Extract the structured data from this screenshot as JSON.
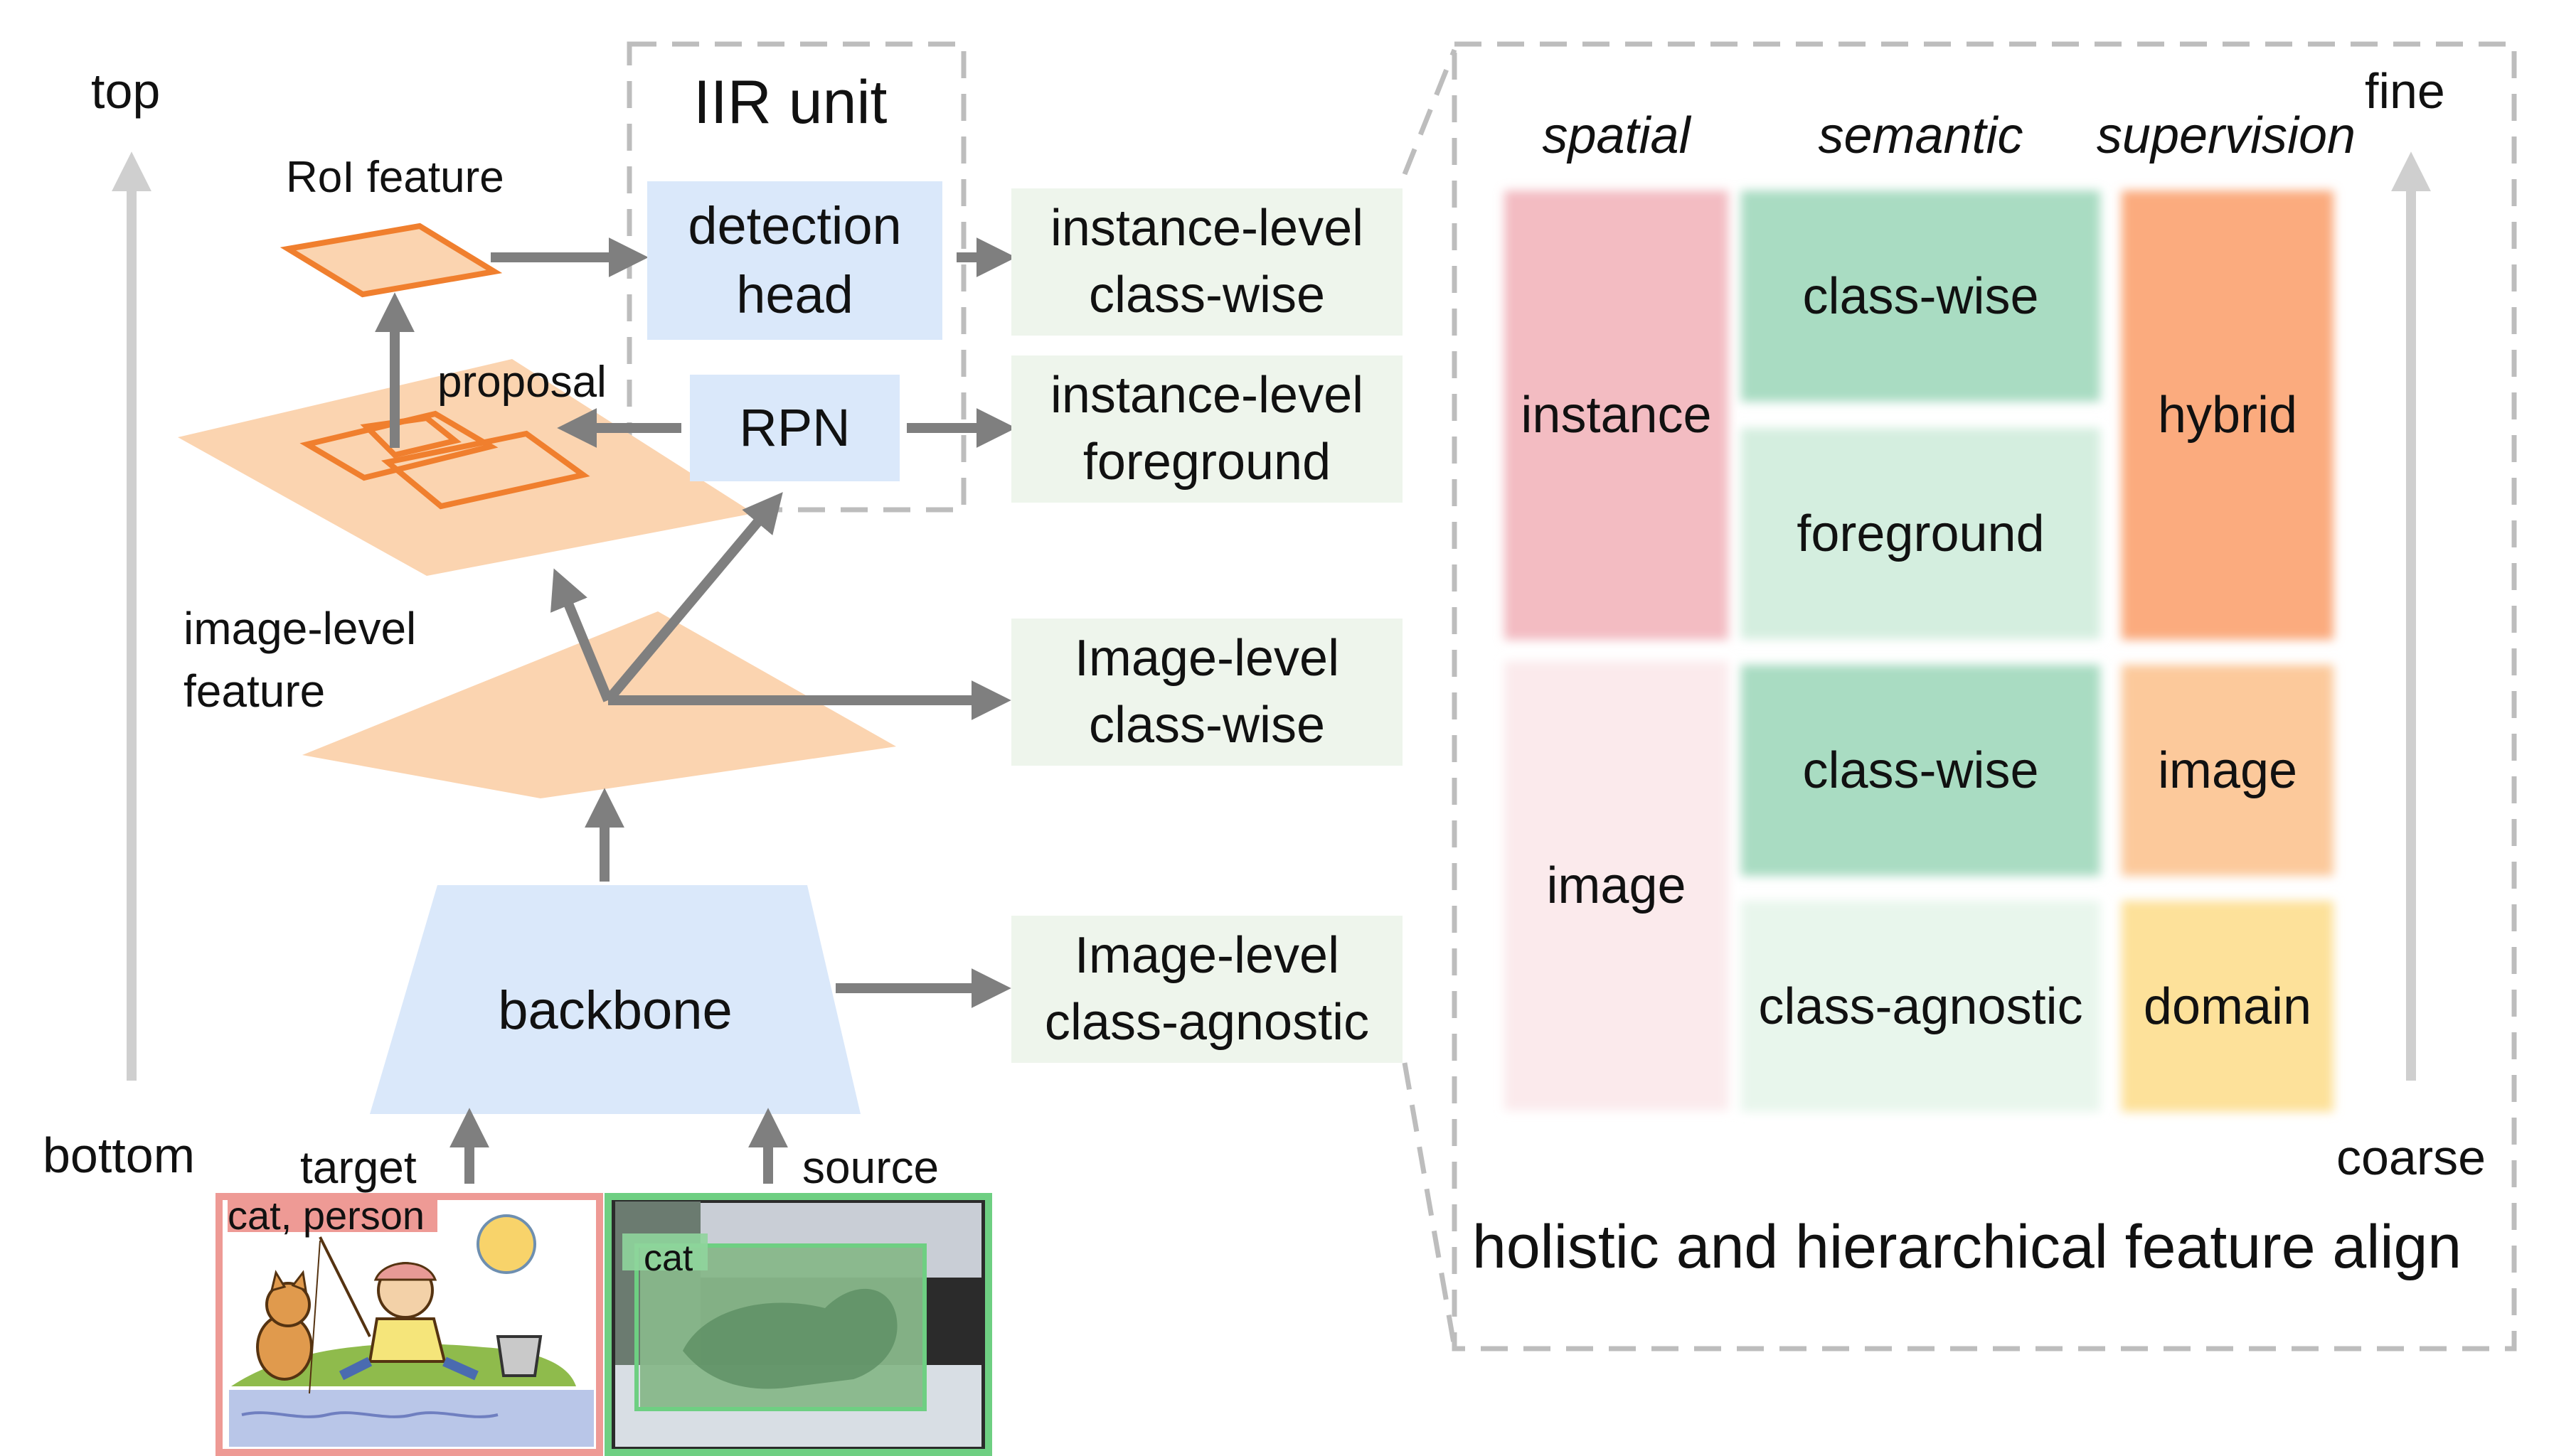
{
  "axis_left": {
    "top": "top",
    "bottom": "bottom"
  },
  "axis_right": {
    "top": "fine",
    "bottom": "coarse"
  },
  "iir_unit": {
    "title": "IIR unit"
  },
  "left_labels": {
    "roi_feature": "RoI feature",
    "proposal": "proposal",
    "image_level_feature": [
      "image-level",
      "feature"
    ],
    "target": "target",
    "source": "source"
  },
  "modules": {
    "detection_head": [
      "detection",
      "head"
    ],
    "rpn": "RPN",
    "backbone": "backbone"
  },
  "outputs": [
    [
      "instance-level",
      "class-wise"
    ],
    [
      "instance-level",
      "foreground"
    ],
    [
      "Image-level",
      "class-wise"
    ],
    [
      "Image-level",
      "class-agnostic"
    ]
  ],
  "images": {
    "target_tag": "cat, person",
    "source_tag": "cat"
  },
  "table": {
    "headers": [
      "spatial",
      "semantic",
      "supervision"
    ],
    "spatial": [
      "instance",
      "image"
    ],
    "semantic": [
      "class-wise",
      "foreground",
      "class-wise",
      "class-agnostic"
    ],
    "supervision": [
      "hybrid",
      "image",
      "domain"
    ],
    "caption": "holistic and hierarchical feature align"
  },
  "colors": {
    "arrow": "#7f7f7f",
    "module_blue": "#dae8fa",
    "output_green": "#eef5ec",
    "feature_orange": "#fbd4b0",
    "roi_orange": "#f07f2e",
    "instance_pink": "#f3bcc2",
    "image_pink": "#fbeaec",
    "semantic_green": "#a9dcc2",
    "semantic_light": "#d4eedf",
    "semantic_lighter": "#e8f6ec",
    "hybrid": "#fbab7e",
    "image_sup": "#fcc99b",
    "domain": "#fde19a",
    "target_border": "#ee9a95",
    "source_border": "#6ecf82"
  }
}
